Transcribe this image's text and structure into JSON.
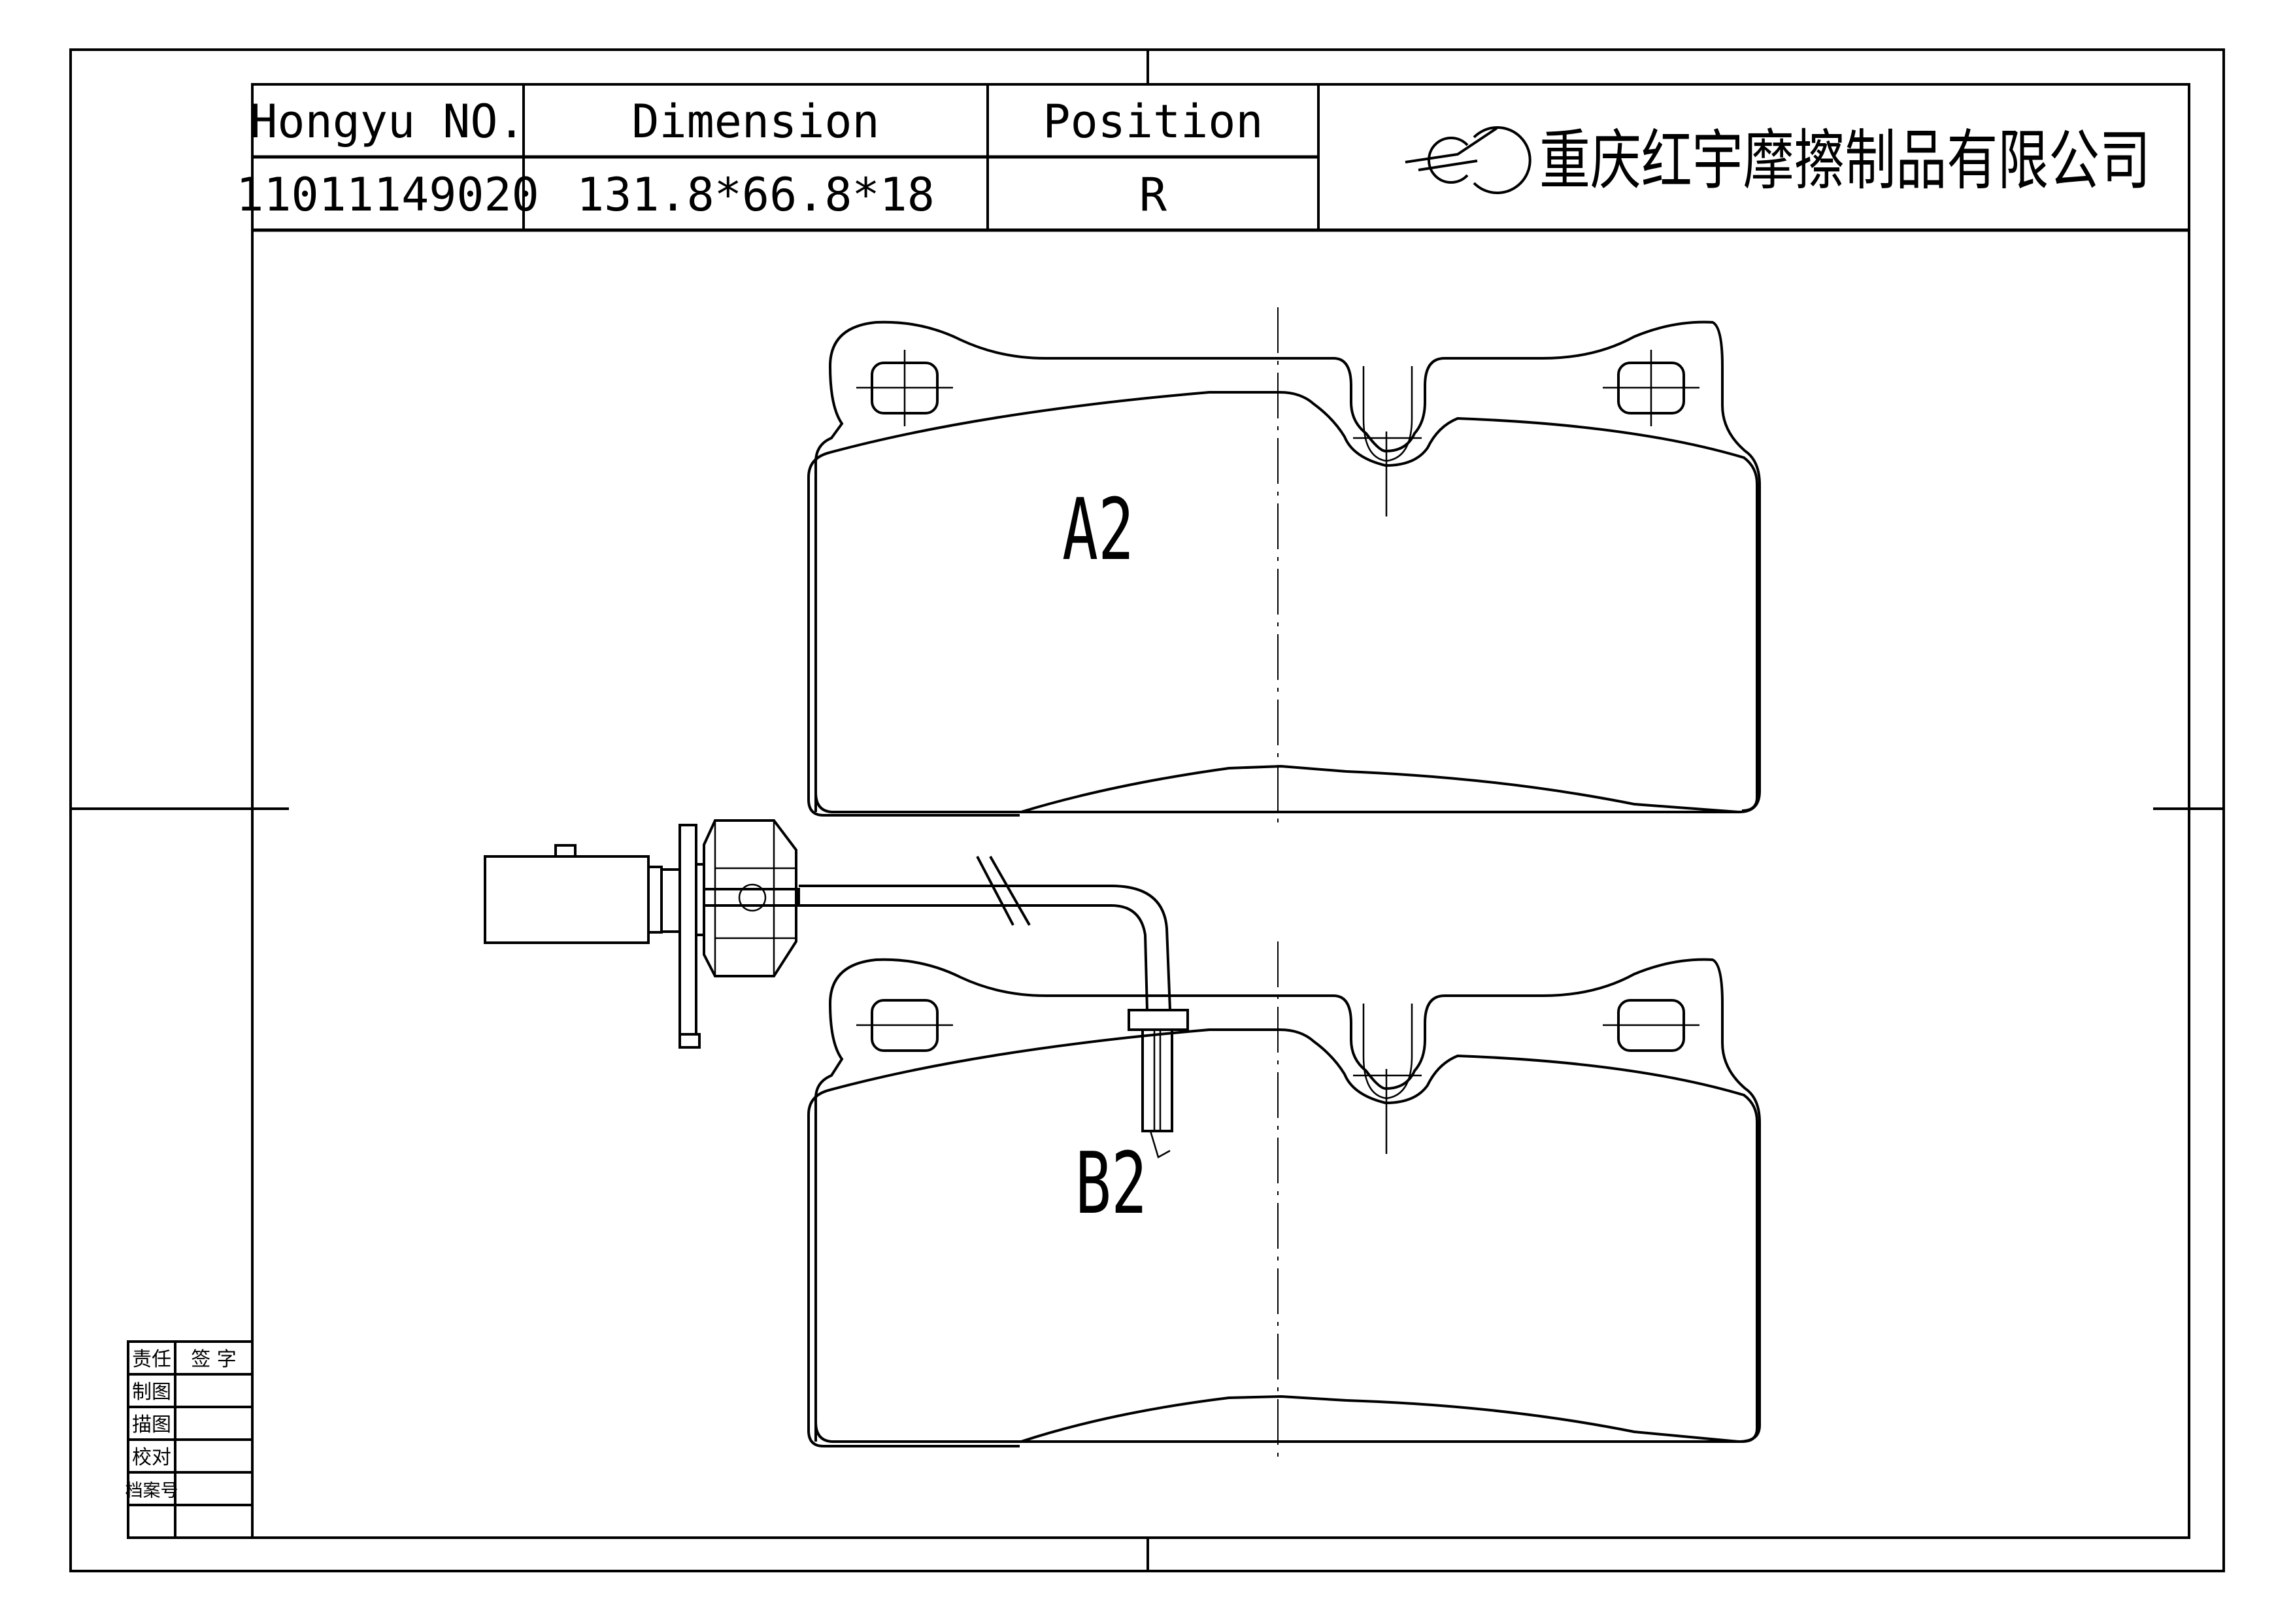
{
  "title_block": {
    "headers": {
      "number": "Hongyu NO.",
      "dimension": "Dimension",
      "position": "Position"
    },
    "values": {
      "number": "11011149020",
      "dimension": "131.8*66.8*18",
      "position": "R"
    },
    "company": "重庆红宇摩擦制品有限公司",
    "logo_icon": "hongyu-logo-icon"
  },
  "parts": {
    "upper_label": "A2",
    "lower_label": "B2"
  },
  "signoff": {
    "header_role": "责任",
    "header_sign": "签 字",
    "rows": [
      "制图",
      "描图",
      "校对",
      "档案号",
      ""
    ]
  }
}
